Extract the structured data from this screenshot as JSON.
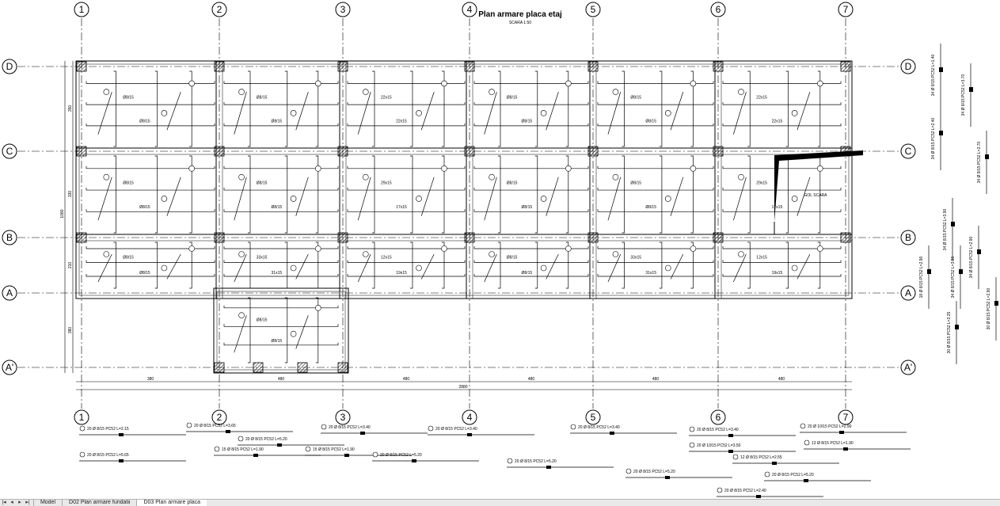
{
  "title": "Plan armare placa etaj",
  "scale": "SCARA 1:50",
  "stair_opening_label": "GOL SCARA",
  "axes": {
    "columns": [
      "1",
      "2",
      "3",
      "4",
      "5",
      "6",
      "7"
    ],
    "rows": [
      "D",
      "C",
      "B",
      "A",
      "A'"
    ]
  },
  "dimensions": {
    "spans": [
      "380",
      "480",
      "480",
      "480",
      "480",
      "480"
    ],
    "overall": "2880",
    "rows": [
      "350",
      "330",
      "210",
      "380"
    ],
    "rows_total": "1080"
  },
  "bar_labels": [
    "Ø8/15",
    "Ø8/15",
    "Ø8/15",
    "Ø8/15",
    "Ø8/15",
    "Ø8/15",
    "Ø8/15",
    "Ø8/15",
    "Ø8/15",
    "Ø8/15",
    "33x15",
    "31x15",
    "22x15",
    "22x15",
    "29x15",
    "17x15",
    "12x15",
    "19x15"
  ],
  "schedule": [
    "20 Ø 8/15 PC52  L=2.15",
    "20 Ø 8/15 PC52  L=5.65",
    "20 Ø 8/15 PC52  L=3.65",
    "20 Ø 8/15 PC52  L=5.20",
    "15 Ø 8/15 PC52  L=1.90",
    "15 Ø 8/15 PC52  L=1.90",
    "20 Ø 8/15 PC52  L=3.40",
    "20 Ø 8/15 PC52  L=5.20",
    "20 Ø 8/15 PC52  L=3.40",
    "20 Ø 8/15 PC52  L=5.20",
    "20 Ø 8/15 PC52  L=3.40",
    "20 Ø 8/15 PC52  L=5.20",
    "20 Ø 8/15 PC52  L=3.40",
    "20 Ø 10/15 PC52  L=3.50",
    "12 Ø 8/15 PC52  L=2.55",
    "20 Ø 8/15 PC52  L=5.20",
    "20 Ø 10/15 PC52  L=2.90",
    "13 Ø 8/15 PC52  L=1.90",
    "20 Ø 8/15 PC52  L=2.40"
  ],
  "side_schedule": [
    "34 Ø 8/15 PC52  L=1.40",
    "34 Ø 8/15 PC52  L=3.70",
    "34 Ø 8/15 PC52  L=2.40",
    "34 Ø 8/15 PC52  L=3.70",
    "34 Ø 8/15 PC52  L=3.90",
    "34 Ø 8/15 PC52  L=2.90",
    "18 Ø 8/15 PC52  L=2.90",
    "34 Ø 8/15 PC52  L=3.90",
    "30 Ø 8/15 PC52  L=3.25",
    "30 Ø 8/15 PC52  L=2.90"
  ],
  "tabs": {
    "model": "Model",
    "layout1": "D02 Plan armare fundatii",
    "layout2": "D03 Plan armare placa"
  }
}
